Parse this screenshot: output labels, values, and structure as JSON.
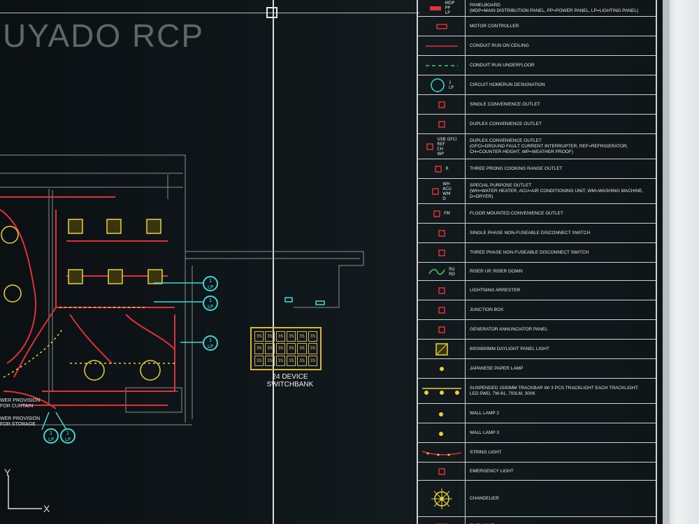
{
  "drawing": {
    "title": "UYADO RCP",
    "switchbank_label": "24 DEVICE\nSWITCHBANK",
    "switchbank_cells": [
      "3S",
      "3S",
      "3S",
      "3S",
      "3S",
      "3S",
      "3S",
      "3S",
      "3S",
      "3S",
      "3S",
      "3S",
      "3S",
      "3S",
      "3S",
      "3S",
      "3S",
      "3S"
    ],
    "note_1": "WER PROVISION\nFOR CURTAIN",
    "note_2": "WER PROVISION\nFOR STORAGE",
    "circuit_tag": "1\nLP",
    "axis_y": "Y",
    "axis_x": "X",
    "colors": {
      "accent_red": "#e0313a",
      "accent_yellow": "#e8d238",
      "accent_cyan": "#3fd9d3",
      "line_gray": "#8b9191"
    }
  },
  "legend": {
    "rows": [
      {
        "icon": "panelboard-icon",
        "symbol": "MDP\nPP\nLP",
        "desc": "PANELBOARD\n(MDP=MAIN DISTRIBUTION PANEL, PP=POWER PANEL, LP=LIGHTING PANEL)"
      },
      {
        "icon": "motor-controller-icon",
        "symbol": "",
        "desc": "MOTOR CONTROLLER"
      },
      {
        "icon": "conduit-ceiling-icon",
        "symbol": "",
        "desc": "CONDUIT RUN ON CEILING"
      },
      {
        "icon": "conduit-underfloor-icon",
        "symbol": "",
        "desc": "CONDUIT RUN UNDERFLOOR"
      },
      {
        "icon": "homerun-icon",
        "symbol": "1\nLP",
        "desc": "CIRCUIT HOMERUN DESIGNATION"
      },
      {
        "icon": "single-outlet-icon",
        "symbol": "",
        "desc": "SINGLE CONVENIENCE OUTLET"
      },
      {
        "icon": "duplex-outlet-icon",
        "symbol": "",
        "desc": "DUPLEX CONVENIENCE OUTLET"
      },
      {
        "icon": "gfci-outlet-icon",
        "symbol": "USB  GFCI\nREF\nCH\nWP",
        "desc": "DUPLEX CONVENIENCE OUTLET\n(GFCI=GROUND FAULT CURRENT INTERRUPTER, REF=REFRIGERATOR,\nCH=COUNTER HEIGHT, WP=WEATHER PROOF)"
      },
      {
        "icon": "range-outlet-icon",
        "symbol": "R",
        "desc": "THREE PRONG COOKING RANGE OUTLET"
      },
      {
        "icon": "special-outlet-icon",
        "symbol": "WH\nACU\nWM\nD",
        "desc": "SPECIAL PURPOSE OUTLET\n(WH=WATER HEATER, ACU=AIR CONDITIONING UNIT, WM=WASHING MACHINE, D=DRYER)"
      },
      {
        "icon": "floor-outlet-icon",
        "symbol": "FM",
        "desc": "FLOOR MOUNTED CONVENIENCE OUTLET"
      },
      {
        "icon": "single-phase-switch-icon",
        "symbol": "",
        "desc": "SINGLE PHASE NON-FUSEABLE DISCONNECT SWITCH"
      },
      {
        "icon": "three-phase-switch-icon",
        "symbol": "",
        "desc": "THREE PHASE NON-FUSEABLE DISCONNECT SWITCH"
      },
      {
        "icon": "riser-icon",
        "symbol": "RU\nRD",
        "desc": "RISER UP, RISER DOWN"
      },
      {
        "icon": "lightning-arrester-icon",
        "symbol": "",
        "desc": "LIGHTNING ARRESTER"
      },
      {
        "icon": "junction-box-icon",
        "symbol": "",
        "desc": "JUNCTION BOX"
      },
      {
        "icon": "generator-panel-icon",
        "symbol": "",
        "desc": "GENERATOR ANNUNCIATOR PANEL"
      },
      {
        "icon": "panel-light-icon",
        "symbol": "",
        "desc": "600X600MM DAYLIGHT PANEL LIGHT"
      },
      {
        "icon": "paper-lamp-icon",
        "symbol": "",
        "desc": "JAPANESE PAPER LAMP"
      },
      {
        "icon": "tracklight-icon",
        "symbol": "",
        "desc": "SUSPENDED 1500MM TRACKBAR W/ 3 PCS TRACKLIGHT EACH TRACKLIGHT:\nLED 5WD, 7W-81, 700LM, 300K"
      },
      {
        "icon": "wall-lamp-2-icon",
        "symbol": "",
        "desc": "WALL LAMP 2"
      },
      {
        "icon": "wall-lamp-3-icon",
        "symbol": "",
        "desc": "WALL LAMP 3"
      },
      {
        "icon": "string-light-icon",
        "symbol": "",
        "desc": "STRING LIGHT"
      },
      {
        "icon": "emergency-light-icon",
        "symbol": "",
        "desc": "EMERGENCY LIGHT"
      },
      {
        "icon": "chandelier-icon",
        "symbol": "",
        "desc": "CHANDELIER"
      },
      {
        "icon": "exit-light-icon",
        "symbol": "",
        "desc": "EXIT LIGHT"
      }
    ]
  }
}
